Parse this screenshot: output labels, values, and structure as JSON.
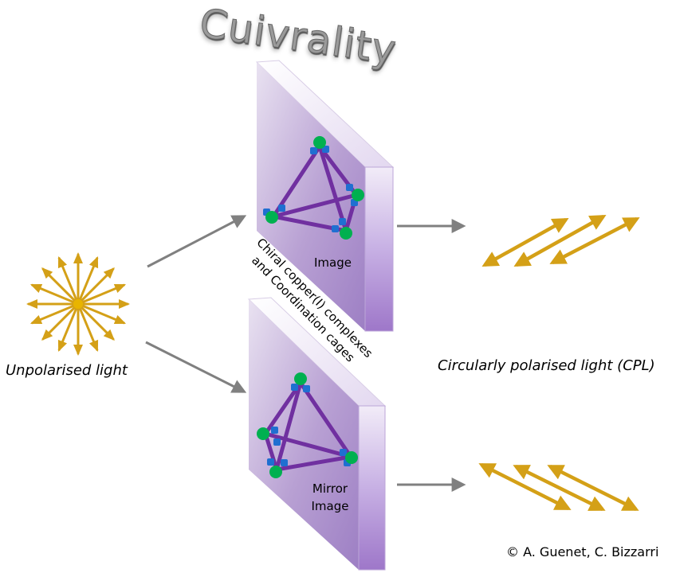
{
  "title": "Cuivrality",
  "labels": {
    "unpolarised": "Unpolarised light",
    "cpl": "Circularly polarised light (CPL)",
    "image": "Image",
    "mirror_line1": "Mirror",
    "mirror_line2": "Image",
    "rotated_line1": "Chiral copper(I) complexes",
    "rotated_line2": "and Coordination cages",
    "credit": "© A. Guenet,  C. Bizzarri"
  },
  "colors": {
    "light_arrow": "#d4a017",
    "grey_arrow": "#808080",
    "cage_edge": "#7030a0",
    "copper_node": "#00b050",
    "ligand_node": "#1f6fd1",
    "panel_face": "#b9a3d4",
    "panel_side": "#c9b3e6",
    "panel_top": "#ece5f4"
  },
  "icons": {
    "unpolarised": "starburst-arrows-icon",
    "cpl": "double-headed-parallel-arrows-icon"
  }
}
